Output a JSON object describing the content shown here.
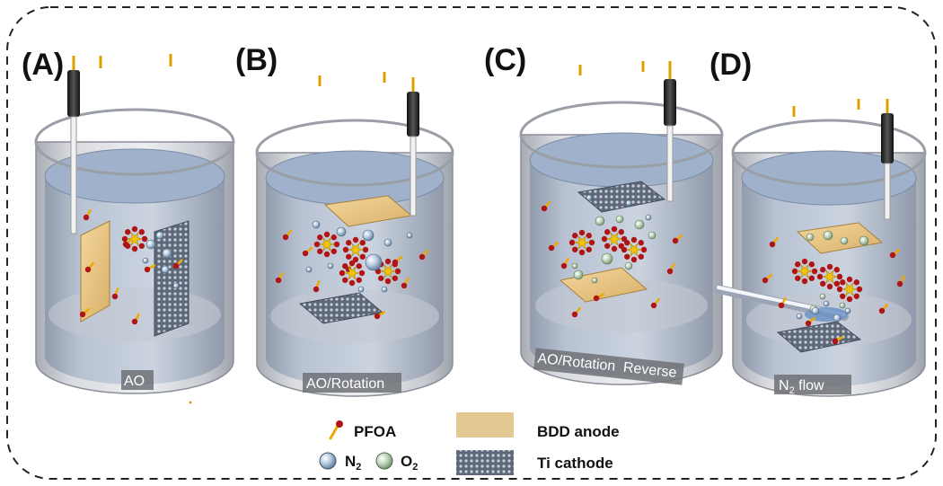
{
  "panels": [
    {
      "letter": "(A)",
      "label": "AO"
    },
    {
      "letter": "(B)",
      "label": "AO/Rotation"
    },
    {
      "letter": "(C)",
      "label": "AO/Rotation  Reverse"
    },
    {
      "letter": "(D)",
      "label": "N",
      "label_sub": "2",
      "label_tail": " flow"
    }
  ],
  "legend": {
    "pfoa": "PFOA",
    "n2": "N",
    "n2_sub": "2",
    "o2": "O",
    "o2_sub": "2",
    "bdd": "BDD anode",
    "ti": "Ti cathode"
  },
  "colors": {
    "border": "#222222",
    "liquid": "#b9c6d8",
    "liquid_top": "#8ea6c8",
    "glass": "#d4d6dc",
    "bdd": "#e9c98c",
    "ti": "#7d889c",
    "pfoa_head": "#b01414",
    "pfoa_tail": "#f0a800",
    "burst": "#f2c40a",
    "n2_bubble": "#9fb6cf",
    "o2_bubble": "#a7c0a3",
    "wire": "#d9a000",
    "reference": "#222222"
  }
}
